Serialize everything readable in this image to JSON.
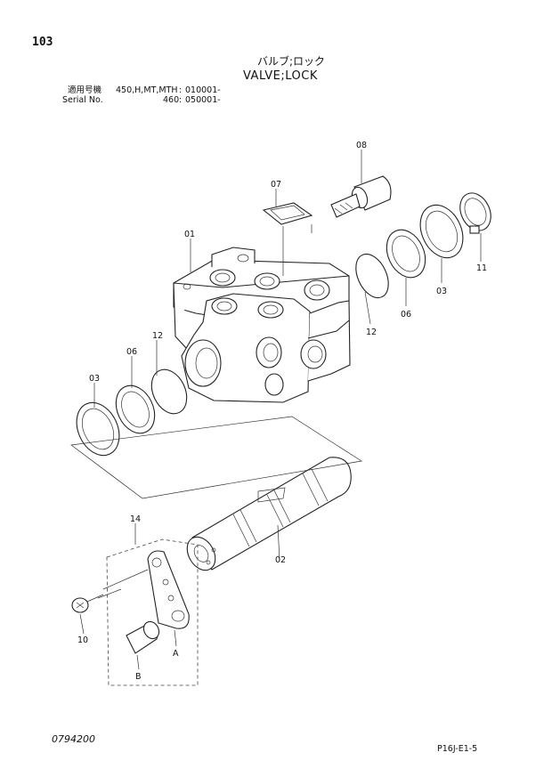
{
  "header": {
    "page_number": "103",
    "title_jp": "バルブ;ロック",
    "title_en": "VALVE;LOCK",
    "serial_label_jp": "適用号機",
    "serial_label_en": "Serial No.",
    "models_1": "450,H,MT,MTH",
    "models_2": "460",
    "sep_1": ":",
    "sep_2": ":",
    "serial_1": "010001-",
    "serial_2": "050001-"
  },
  "callouts": {
    "p01": "01",
    "p02": "02",
    "p03_right": "03",
    "p03_left": "03",
    "p06_right": "06",
    "p06_left": "06",
    "p07": "07",
    "p08": "08",
    "p10": "10",
    "p11": "11",
    "p12_right": "12",
    "p12_left": "12",
    "p14": "14",
    "pA": "A",
    "pB": "B"
  },
  "footer": {
    "drawing_code": "0794200",
    "sheet_code": "P16J-E1-5"
  }
}
